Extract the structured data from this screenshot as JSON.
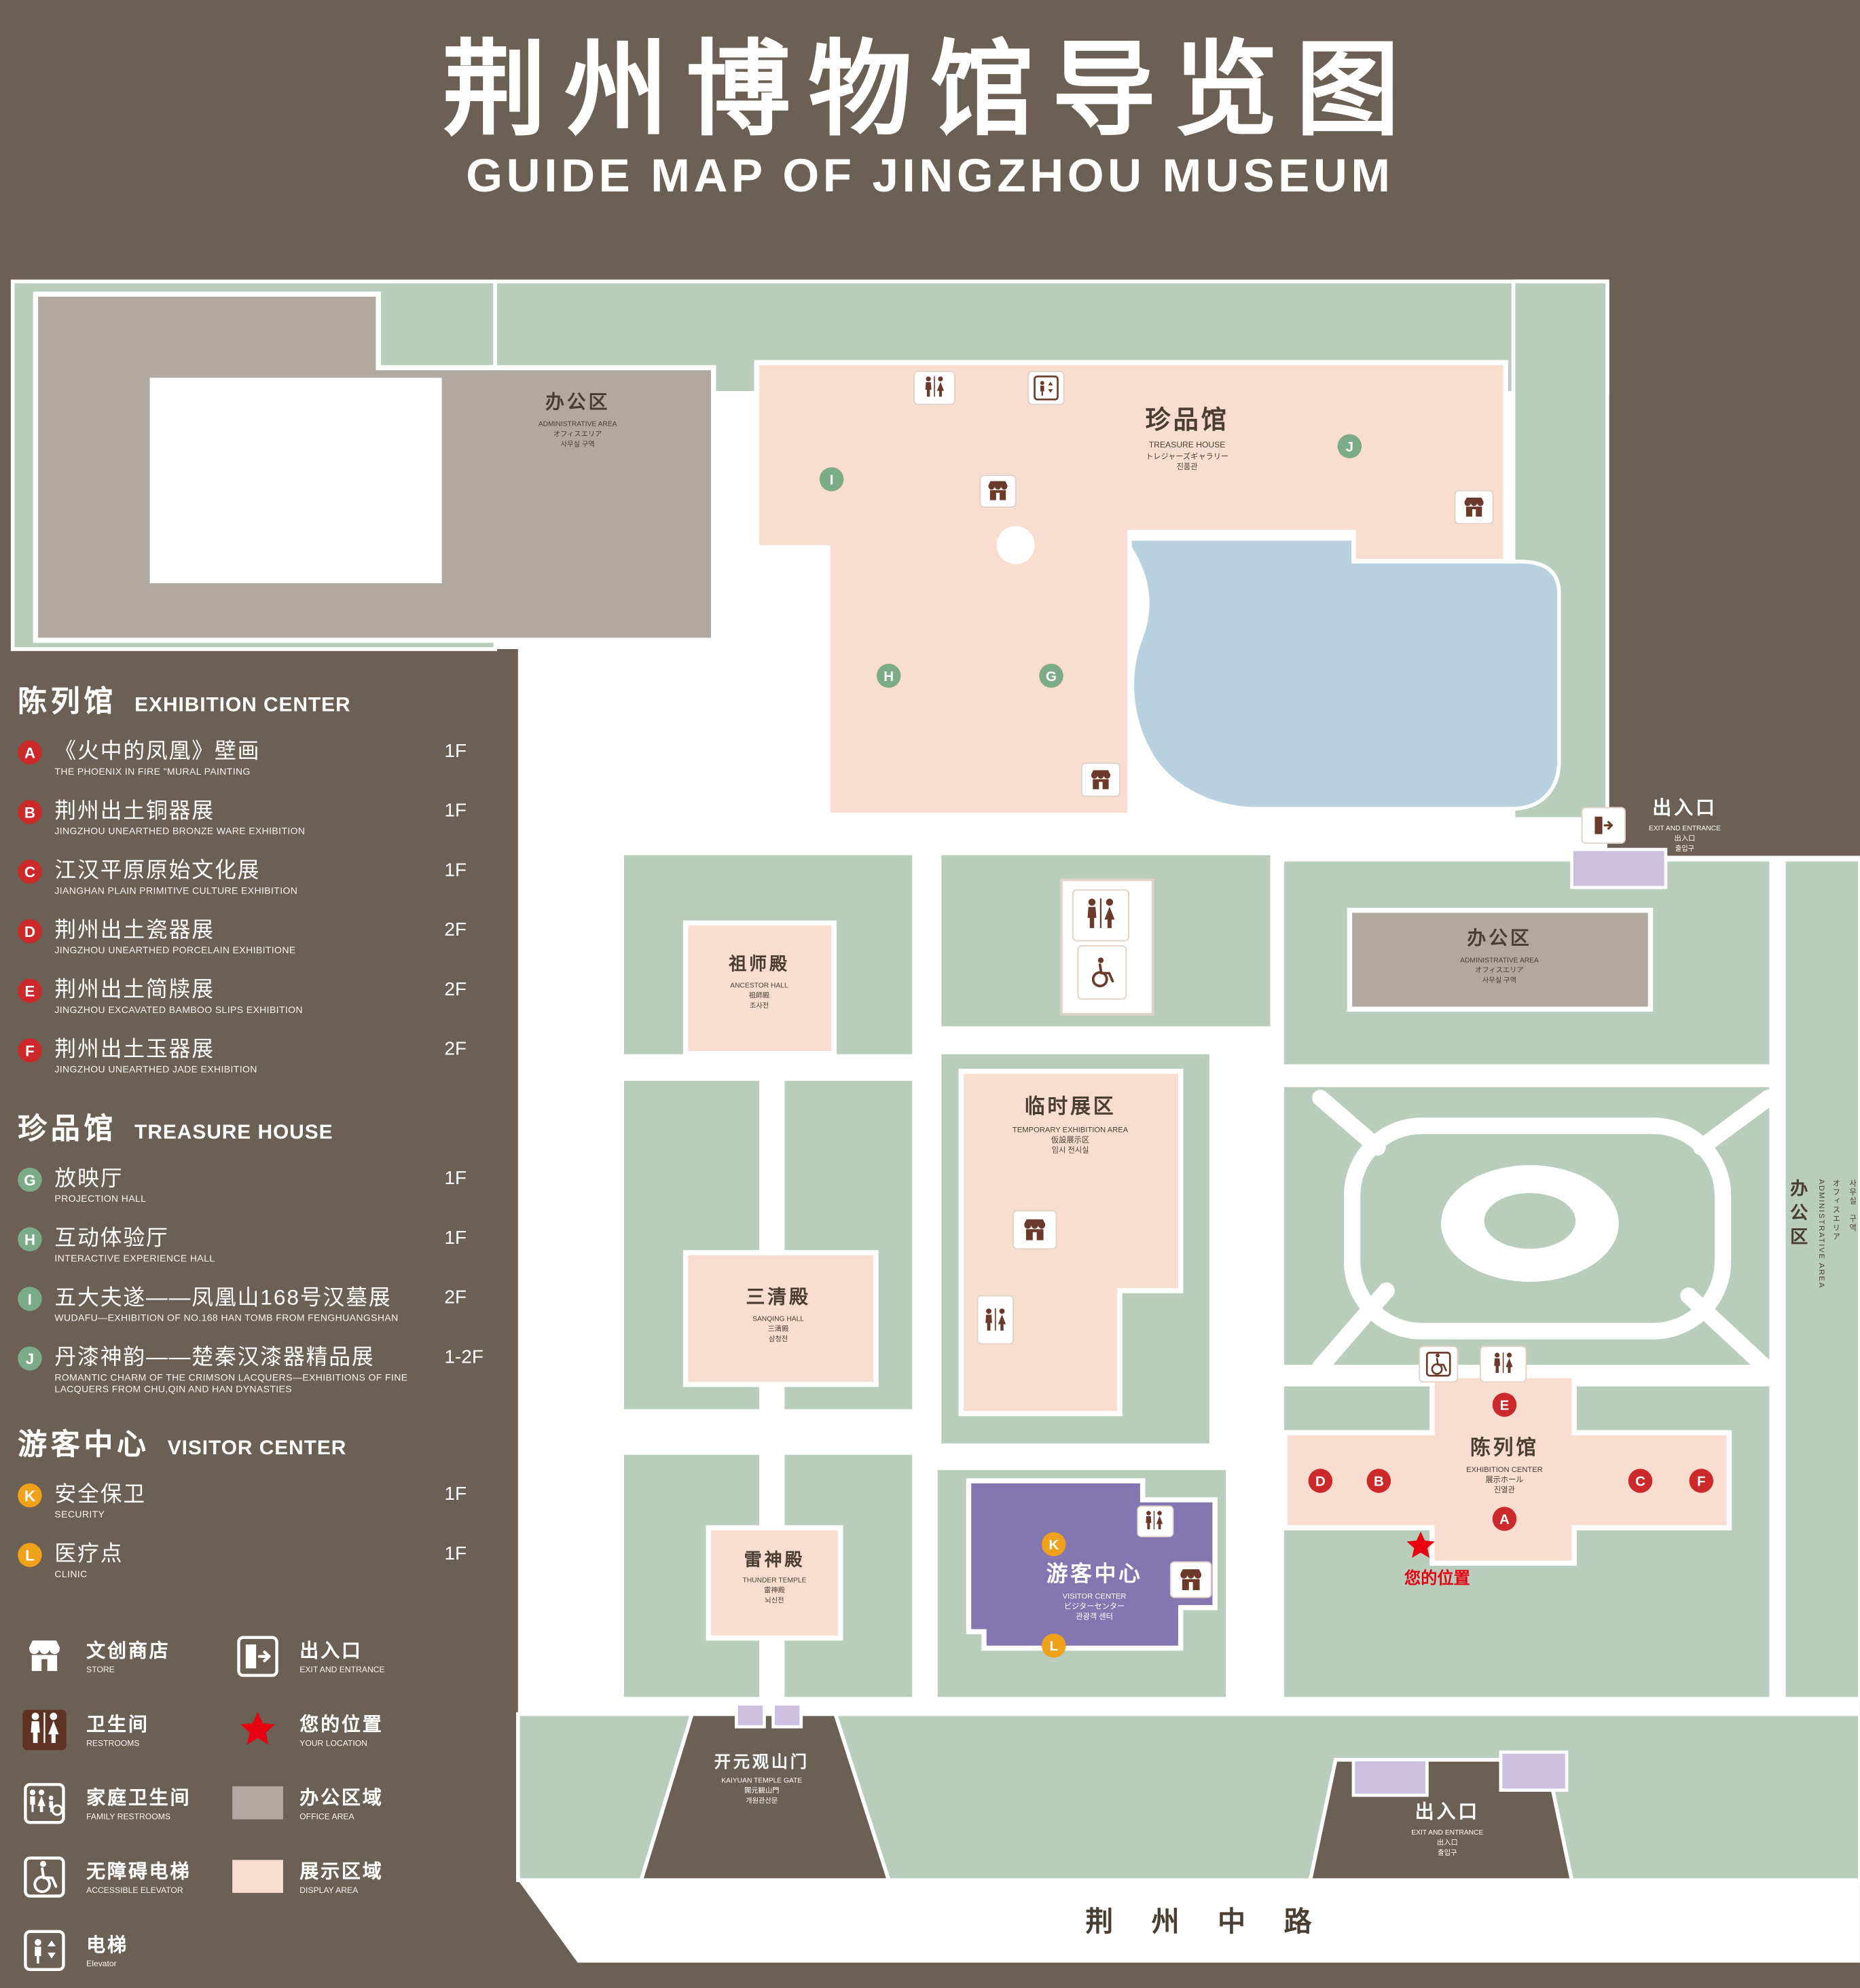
{
  "title": {
    "zh": "荆州博物馆导览图",
    "en": "GUIDE MAP OF JINGZHOU MUSEUM"
  },
  "legend": {
    "exhibition": {
      "zh": "陈列馆",
      "en": "EXHIBITION CENTER",
      "items": [
        {
          "letter": "A",
          "zh": "《火中的凤凰》壁画",
          "en": "THE PHOENIX IN FIRE \"MURAL PAINTING",
          "floor": "1F"
        },
        {
          "letter": "B",
          "zh": "荆州出土铜器展",
          "en": "JINGZHOU UNEARTHED BRONZE WARE EXHIBITION",
          "floor": "1F"
        },
        {
          "letter": "C",
          "zh": "江汉平原原始文化展",
          "en": "JIANGHAN PLAIN PRIMITIVE CULTURE EXHIBITION",
          "floor": "1F"
        },
        {
          "letter": "D",
          "zh": "荆州出土瓷器展",
          "en": "JINGZHOU UNEARTHED PORCELAIN EXHIBITIONE",
          "floor": "2F"
        },
        {
          "letter": "E",
          "zh": "荆州出土简牍展",
          "en": "JINGZHOU EXCAVATED BAMBOO SLIPS EXHIBITION",
          "floor": "2F"
        },
        {
          "letter": "F",
          "zh": "荆州出土玉器展",
          "en": "JINGZHOU UNEARTHED JADE EXHIBITION",
          "floor": "2F"
        }
      ]
    },
    "treasure": {
      "zh": "珍品馆",
      "en": "TREASURE HOUSE",
      "items": [
        {
          "letter": "G",
          "zh": "放映厅",
          "en": "PROJECTION HALL",
          "floor": "1F"
        },
        {
          "letter": "H",
          "zh": "互动体验厅",
          "en": "INTERACTIVE EXPERIENCE HALL",
          "floor": "1F"
        },
        {
          "letter": "I",
          "zh": "五大夫遂——凤凰山168号汉墓展",
          "en": "WUDAFU—EXHIBITION OF NO.168 HAN TOMB FROM FENGHUANGSHAN",
          "floor": "2F"
        },
        {
          "letter": "J",
          "zh": "丹漆神韵——楚秦汉漆器精品展",
          "en": "ROMANTIC CHARM OF THE CRIMSON LACQUERS—EXHIBITIONS OF FINE LACQUERS FROM CHU,QIN AND HAN DYNASTIES",
          "floor": "1-2F"
        }
      ]
    },
    "visitor": {
      "zh": "游客中心",
      "en": "VISITOR CENTER",
      "items": [
        {
          "letter": "K",
          "zh": "安全保卫",
          "en": "SECURITY",
          "floor": "1F"
        },
        {
          "letter": "L",
          "zh": "医疗点",
          "en": "CLINIC",
          "floor": "1F"
        }
      ]
    }
  },
  "legend_icons": {
    "items": [
      {
        "icon": "store-icon",
        "zh": "文创商店",
        "en": "STORE"
      },
      {
        "icon": "restrooms-icon",
        "zh": "卫生间",
        "en": "RESTROOMS"
      },
      {
        "icon": "family-restrooms-icon",
        "zh": "家庭卫生间",
        "en": "FAMILY RESTROOMS"
      },
      {
        "icon": "accessible-elevator-icon",
        "zh": "无障碍电梯",
        "en": "ACCESSIBLE ELEVATOR"
      },
      {
        "icon": "elevator-icon",
        "zh": "电梯",
        "en": "Elevator"
      },
      {
        "icon": "exit-icon",
        "zh": "出入口",
        "en": "EXIT AND ENTRANCE"
      },
      {
        "icon": "your-location-icon",
        "zh": "您的位置",
        "en": "YOUR LOCATION"
      },
      {
        "icon": "office-area-swatch",
        "zh": "办公区域",
        "en": "OFFICE AREA"
      },
      {
        "icon": "display-area-swatch",
        "zh": "展示区域",
        "en": "DISPLAY AREA"
      }
    ]
  },
  "map": {
    "buildings": {
      "admin_nw": {
        "zh": "办公区",
        "en": "ADMINISTRATIVE AREA",
        "jp": "オフィスエリア",
        "kr": "사무실 구역"
      },
      "treasure_house": {
        "zh": "珍品馆",
        "en": "TREASURE HOUSE",
        "jp": "トレジャーズギャラリー",
        "kr": "진품관"
      },
      "ancestor_hall": {
        "zh": "祖师殿",
        "en": "ANCESTOR HALL",
        "jp": "祖師殿",
        "kr": "조사전"
      },
      "temporary_area": {
        "zh": "临时展区",
        "en": "TEMPORARY EXHIBITION AREA",
        "jp": "仮設展示区",
        "kr": "임시 전시실"
      },
      "sanqing_hall": {
        "zh": "三清殿",
        "en": "SANQING HALL",
        "jp": "三清殿",
        "kr": "삼청전"
      },
      "thunder_temple": {
        "zh": "雷神殿",
        "en": "THUNDER TEMPLE",
        "jp": "雷神殿",
        "kr": "뇌신전"
      },
      "visitor_center": {
        "zh": "游客中心",
        "en": "VISITOR CENTER",
        "jp": "ビジターセンター",
        "kr": "관광객 센터"
      },
      "exhibition_center": {
        "zh": "陈列馆",
        "en": "EXHIBITION CENTER",
        "jp": "展示ホール",
        "kr": "진열관"
      },
      "admin_mid": {
        "zh": "办公区",
        "en": "ADMINISTRATIVE AREA",
        "jp": "オフィスエリア",
        "kr": "사무실 구역"
      },
      "admin_right": {
        "zh": "办公区",
        "en": "ADMINISTRATIVE AREA",
        "jp": "オフィスエリア",
        "kr": "사무실 구역"
      },
      "gate": {
        "zh": "开元观山门",
        "en": "KAIYUAN TEMPLE GATE",
        "jp": "開元観山門",
        "kr": "개원관산문"
      }
    },
    "exit_east": {
      "zh": "出入口",
      "en": "EXIT AND ENTRANCE",
      "jp": "出入口",
      "kr": "출입구"
    },
    "exit_south": {
      "zh": "出入口",
      "en": "EXIT AND ENTRANCE",
      "jp": "出入口",
      "kr": "출입구"
    },
    "road": "荆 州 中 路",
    "your_location": "您的位置"
  },
  "colors": {
    "background": "#6c5f53",
    "green_area": "#b8cdbb",
    "display_area": "#f8ddd0",
    "office_area": "#b1a8a2",
    "pond_blue": "#b7d2de",
    "visitor_purple": "#8477b1",
    "exit_purple": "#cbc0e0",
    "marker_red": "#cc2a2a",
    "marker_green": "#7cab88",
    "marker_orange": "#efa11a",
    "icon_brown": "#6b3a2b",
    "location_red": "#e60012"
  }
}
